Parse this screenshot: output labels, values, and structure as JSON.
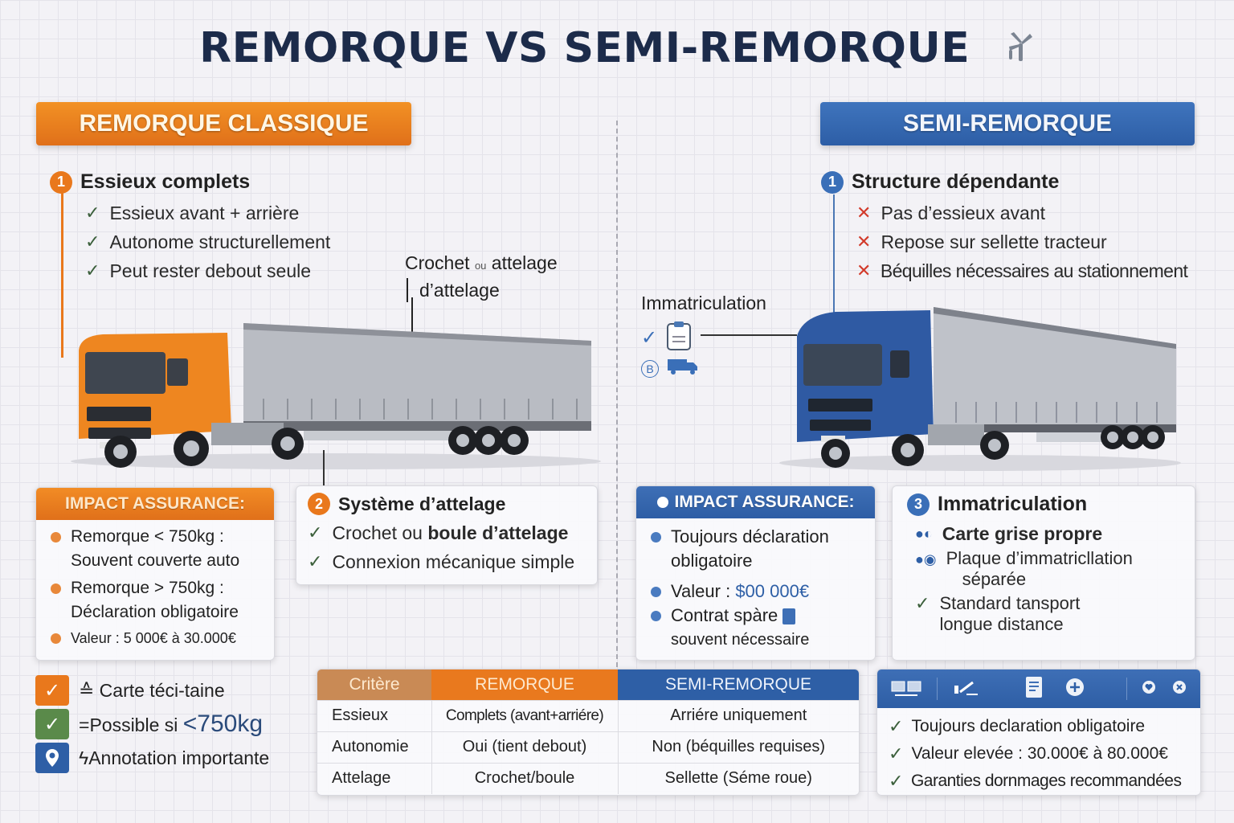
{
  "title": "REMORQUE VS SEMI-REMORQUE",
  "title_icon": "wind-turbine-icon",
  "colors": {
    "orange": "#e9781c",
    "blue": "#2e5fa6",
    "navy_title": "#1c2b4a",
    "check_green": "#3b5f3b",
    "cross_red": "#d23a2a"
  },
  "left": {
    "banner": "REMORQUE CLASSIQUE",
    "feature1": {
      "number": "1",
      "heading": "Essieux complets",
      "items": [
        "Essieux avant + arrière",
        "Autonome structurellement",
        "Peut rester debout seule"
      ]
    },
    "callout": {
      "line1_a": "Crochet",
      "line1_small": "ou",
      "line1_b": "attelage",
      "line2": "d’attelage"
    },
    "insurance": {
      "heading": "IMPACT ASSURANCE:",
      "items": [
        {
          "line1": "Remorque < 750kg :",
          "line2": "Souvent couverte auto"
        },
        {
          "line1": "Remorque > 750kg :",
          "line2": "Déclaration obligatoire"
        },
        {
          "line1": "Valeur : 5 000€ à 30.000€"
        }
      ]
    },
    "feature2": {
      "number": "2",
      "heading": "Système d’attelage",
      "items": [
        {
          "prefix": "Crochet ou ",
          "bold": "boule d’attelage"
        },
        {
          "prefix": "Connexion mécanique simple",
          "bold": ""
        }
      ]
    }
  },
  "right": {
    "banner": "SEMI-REMORQUE",
    "feature1": {
      "number": "1",
      "heading": "Structure dépendante",
      "items": [
        "Pas d’essieux avant",
        "Repose sur sellette tracteur",
        "Béquilles nécessaires au stationnement"
      ]
    },
    "immat_callout": {
      "label": "Immatriculation",
      "icons": [
        "check-icon",
        "clipboard-icon",
        "b-circle-icon",
        "truck-icon"
      ]
    },
    "insurance": {
      "heading": "IMPACT ASSURANCE:",
      "items": [
        {
          "line1": "Toujours déclaration",
          "line2": "obligatoire"
        },
        {
          "line1_prefix": "Valeur : ",
          "line1_value": "$00 000€"
        },
        {
          "line1": "Contrat spàre",
          "line2": "souvent nécessaire"
        }
      ]
    },
    "feature3": {
      "number": "3",
      "heading": "Immatriculation",
      "items": [
        {
          "text": "Carte grise propre"
        },
        {
          "text": "Plaque d’immatricllation",
          "line2": "séparée"
        },
        {
          "text": "Standard tansport",
          "line2": "longue distance"
        }
      ]
    }
  },
  "legend": [
    {
      "color": "#e9781c",
      "icon": "check-icon",
      "prefix": "≙",
      "text": "Carte téci-taine"
    },
    {
      "color": "#5a8a4a",
      "icon": "check-icon",
      "prefix": "=",
      "text": "Possible si ",
      "highlight": "<750kg"
    },
    {
      "color": "#2e5fa6",
      "icon": "location-pin-icon",
      "prefix": "ϟ",
      "text": "Annotation importante"
    }
  ],
  "table": {
    "headers": [
      "Critère",
      "REMORQUE",
      "SEMI-REMORQUE"
    ],
    "rows": [
      [
        "Essieux",
        "Complets (avant+arriére)",
        "Arriére uniquement"
      ],
      [
        "Autonomie",
        "Oui (tient debout)",
        "Non (béquilles requises)"
      ],
      [
        "Attelage",
        "Crochet/boule",
        "Sellette (Séme roue)"
      ]
    ]
  },
  "summary": {
    "icons": [
      "computers-icon",
      "ramp-icon",
      "document-icon",
      "add-circle-icon",
      "heart-icon",
      "close-icon"
    ],
    "items": [
      "Toujours declaration obligatoire",
      "Valeur elevée : 30.000€ à 80.000€",
      "Garanties dornmages recommandées"
    ]
  }
}
